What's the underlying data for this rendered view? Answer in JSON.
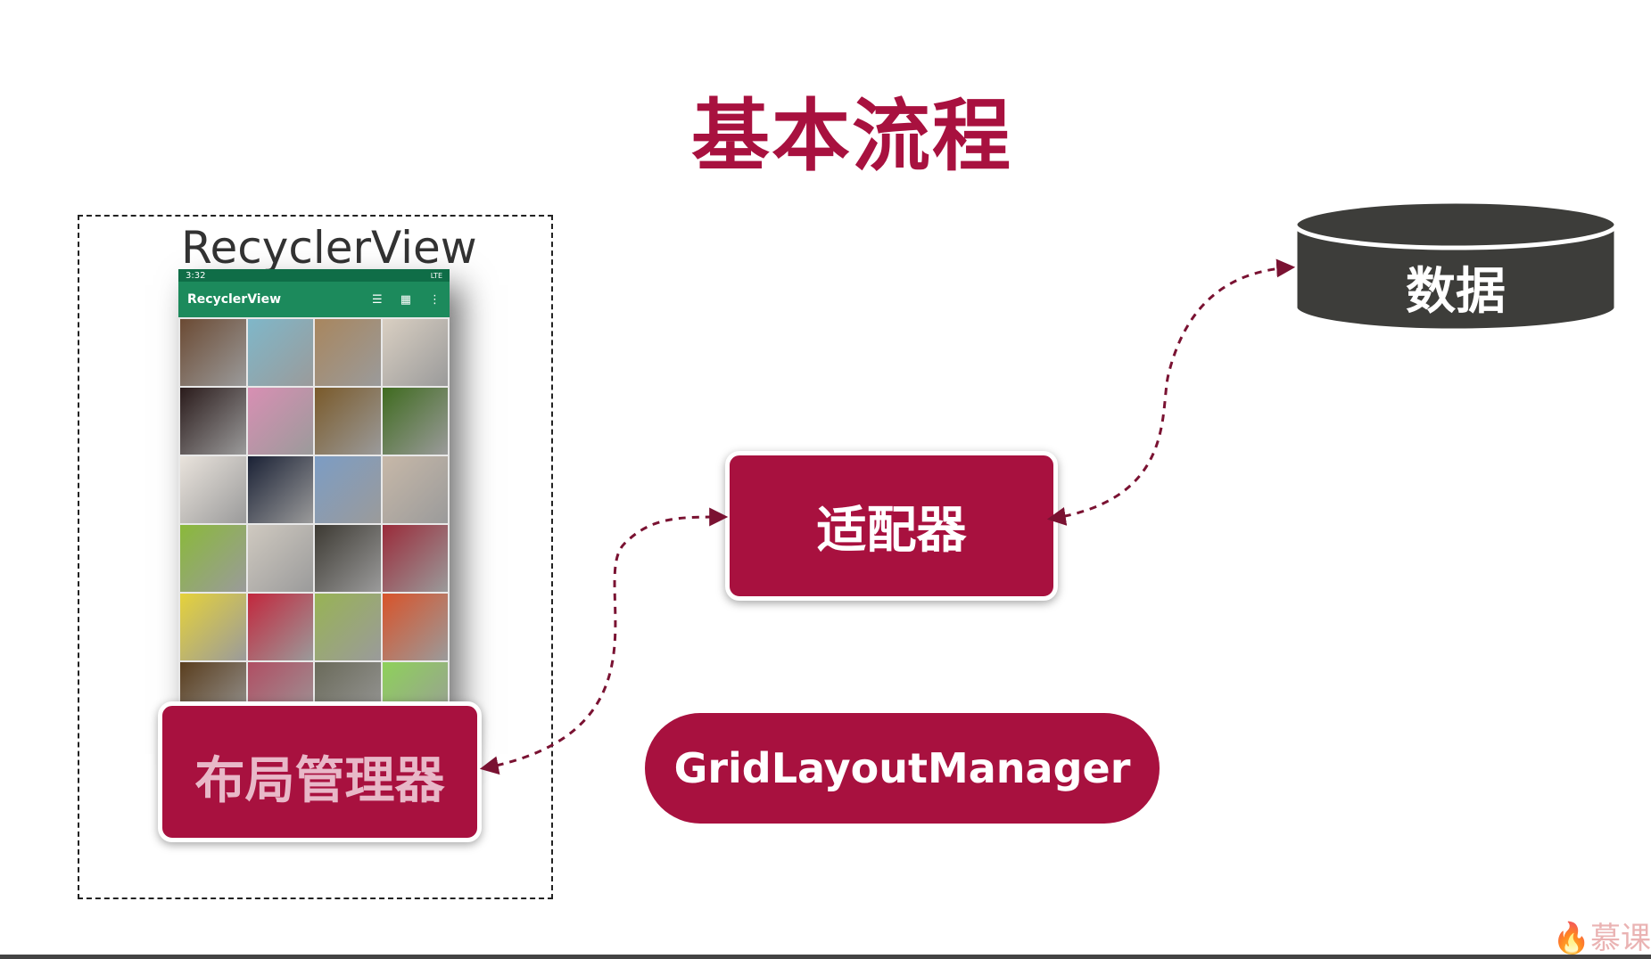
{
  "title": "基本流程",
  "recyclerview_label": "RecyclerView",
  "phone": {
    "status_time": "3:32",
    "status_right": "LTE",
    "app_title": "RecyclerView",
    "toolbar_icons": [
      "list-view-icon",
      "grid-view-icon",
      "overflow-menu-icon"
    ],
    "grid_columns": 4,
    "grid_rows": 6,
    "tile_colors": [
      "#6b4a33",
      "#7fb7c9",
      "#a8865e",
      "#d9cfc2",
      "#2a1b1b",
      "#d88fb3",
      "#7a5a2a",
      "#3f6b1f",
      "#e9e3dc",
      "#1a2135",
      "#7c9cc4",
      "#c7b8a8",
      "#8ab93a",
      "#cfc9c0",
      "#3d3a33",
      "#9a2b3a",
      "#e5d23b",
      "#c2273d",
      "#98b354",
      "#d8532a",
      "#5a3e1e",
      "#b04e63",
      "#6a6a5a",
      "#8ed15a"
    ],
    "nav_icons": [
      "back-icon",
      "home-icon",
      "recents-icon"
    ]
  },
  "boxes": {
    "layout_manager": "布局管理器",
    "adapter": "适配器",
    "grid_layout_manager": "GridLayoutManager",
    "data": "数据"
  },
  "watermark": "慕课",
  "colors": {
    "accent": "#a8113f",
    "database": "#3d3d3a",
    "app_bar": "#1c8a5c",
    "status_bar": "#0f6d47"
  }
}
